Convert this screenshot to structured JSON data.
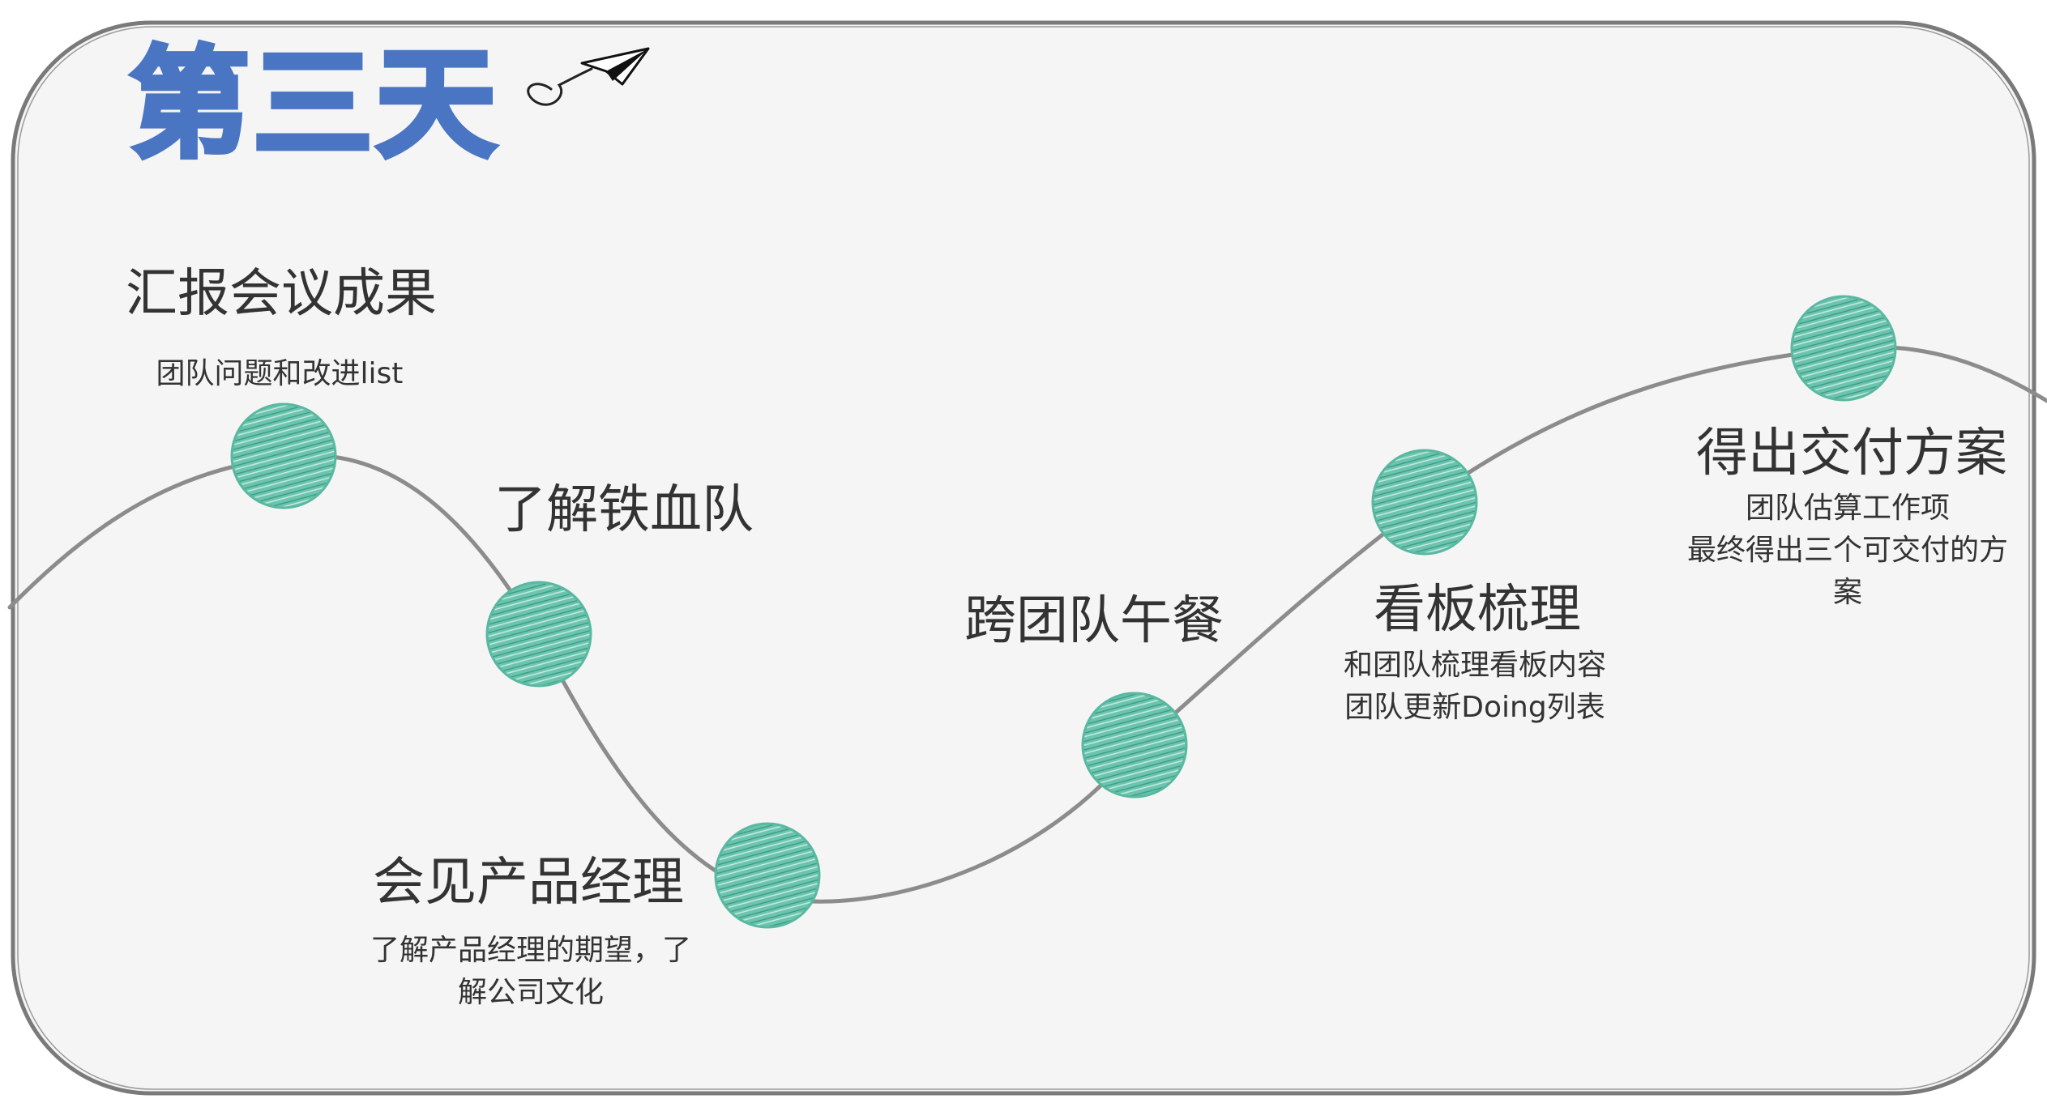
{
  "title": "第三天",
  "colors": {
    "title": "#4a75c3",
    "node_fill": "#58b8a0",
    "curve": "#8c8c8c",
    "frame_stroke": "#7a7a7a",
    "frame_fill": "#f5f5f5",
    "text": "#333333"
  },
  "decoration": {
    "icon": "paper-plane-icon"
  },
  "steps": [
    {
      "title": "汇报会议成果",
      "desc": [
        "团队问题和改进list"
      ]
    },
    {
      "title": "了解铁血队",
      "desc": []
    },
    {
      "title": "会见产品经理",
      "desc": [
        "了解产品经理的期望，了",
        "解公司文化"
      ]
    },
    {
      "title": "跨团队午餐",
      "desc": []
    },
    {
      "title": "看板梳理",
      "desc": [
        "和团队梳理看板内容",
        "团队更新Doing列表"
      ]
    },
    {
      "title": "得出交付方案",
      "desc": [
        "团队估算工作项",
        "最终得出三个可交付的方",
        "案"
      ]
    }
  ]
}
